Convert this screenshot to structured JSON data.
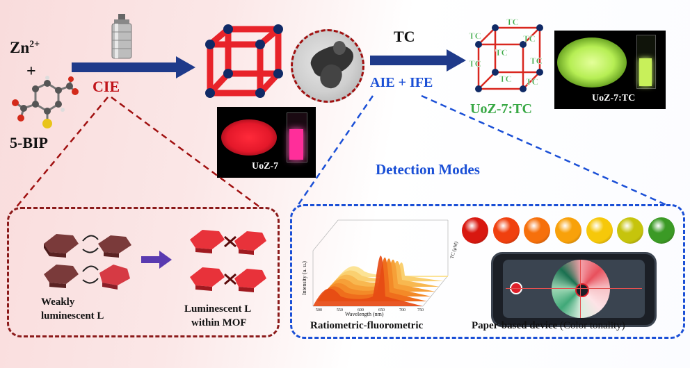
{
  "reactants": {
    "metal": "Zn",
    "metal_charge": "2+",
    "plus": "+",
    "ligand": "5-BIP"
  },
  "process_label": "CIE",
  "mof_photo_label": "UoZ-7",
  "guest_label": "TC",
  "mechanism_label": "AIE + IFE",
  "composite_label": "UoZ-7:TC",
  "composite_photo_label": "UoZ-7:TC",
  "cube_node_labels": [
    "TC",
    "TC",
    "TC",
    "TC",
    "TC",
    "TC",
    "TC",
    "TC"
  ],
  "detection_title": "Detection Modes",
  "cie_panel": {
    "left_caption_line1": "Weakly",
    "left_caption_line2": "luminescent L",
    "right_caption_line1": "Luminescent L",
    "right_caption_line2": "within MOF"
  },
  "spectra_panel": {
    "caption": "Ratiometric-fluorometric",
    "xlabel": "Wavelength (nm)",
    "ylabel": "Intensity (a. u.)",
    "zlabel": "TC (μM)",
    "x_ticks": [
      "500",
      "550",
      "600",
      "650",
      "700",
      "750"
    ]
  },
  "paper_panel": {
    "caption_bold": "Paper-based device",
    "caption_normal": "(Color tonality)"
  },
  "colors": {
    "arrow": "#1f3a8a",
    "cie_red": "#c0141a",
    "detection_blue": "#1a4fd6",
    "mof_red": "#e8232a",
    "composite_green": "#39a845",
    "node": "#102a66",
    "panel_border": "#8b1a1a"
  },
  "color_scale": [
    "#d81810",
    "#f0400f",
    "#f6700c",
    "#f8a10a",
    "#f6c80a",
    "#c6c40c",
    "#3b9a25"
  ]
}
